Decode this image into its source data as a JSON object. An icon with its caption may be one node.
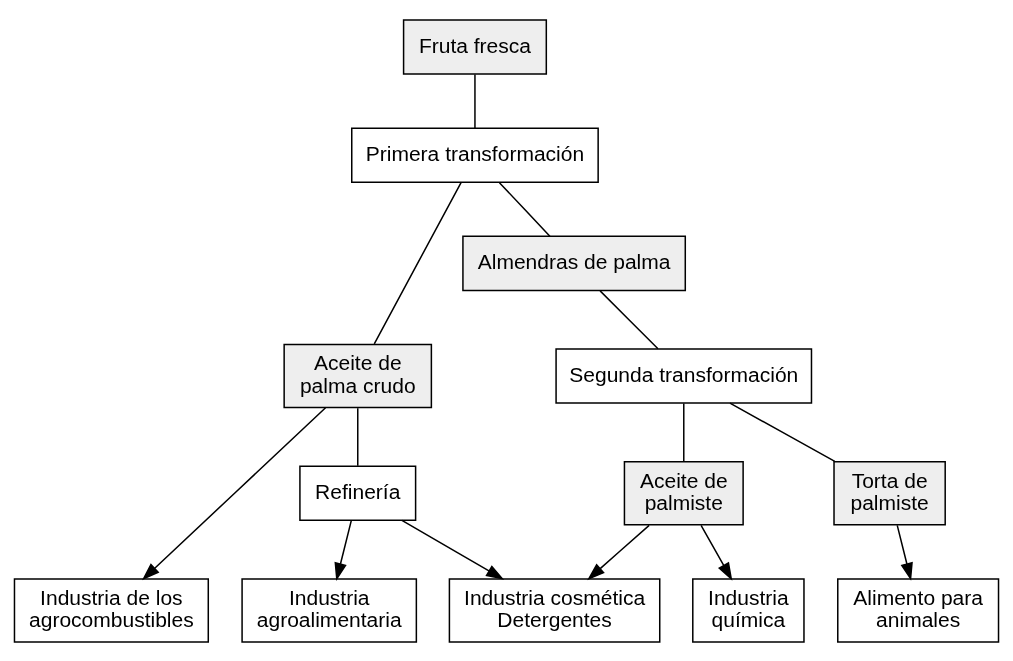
{
  "diagram": {
    "nodes": [
      {
        "text": [
          "Fruta fresca"
        ]
      },
      {
        "text": [
          "Primera transformación"
        ]
      },
      {
        "text": [
          "Aceite de palma crudo"
        ]
      },
      {
        "text": [
          "Almendras de palma"
        ]
      },
      {
        "text": [
          "Segunda transformación"
        ]
      },
      {
        "text": [
          "Refinería"
        ]
      },
      {
        "text": [
          "Aceite de palmiste"
        ]
      },
      {
        "text": [
          "Torta de palmiste"
        ]
      },
      {
        "text": [
          "Industria de los agrocombustibles"
        ]
      },
      {
        "text": [
          "Industria agroalimentaria"
        ]
      },
      {
        "text": [
          "Industria cosmética Detergentes"
        ]
      },
      {
        "text": [
          "Industria química"
        ]
      },
      {
        "text": [
          "Alimento para animales"
        ]
      }
    ],
    "edges": [
      {
        "from": 0,
        "to": 1,
        "arrow": "none"
      },
      {
        "from": 1,
        "to": 2,
        "arrow": "none"
      },
      {
        "from": 1,
        "to": 3,
        "arrow": "none"
      },
      {
        "from": 2,
        "to": 8,
        "arrow": "to"
      },
      {
        "from": 2,
        "to": 5,
        "arrow": "none"
      },
      {
        "from": 3,
        "to": 4,
        "arrow": "none"
      },
      {
        "from": 4,
        "to": 6,
        "arrow": "none"
      },
      {
        "from": 4,
        "to": 7,
        "arrow": "none"
      },
      {
        "from": 5,
        "to": 9,
        "arrow": "to"
      },
      {
        "from": 5,
        "to": 10,
        "arrow": "to"
      },
      {
        "from": 6,
        "to": 10,
        "arrow": "to"
      },
      {
        "from": 6,
        "to": 11,
        "arrow": "to"
      },
      {
        "from": 7,
        "to": 12,
        "arrow": "to"
      }
    ]
  }
}
